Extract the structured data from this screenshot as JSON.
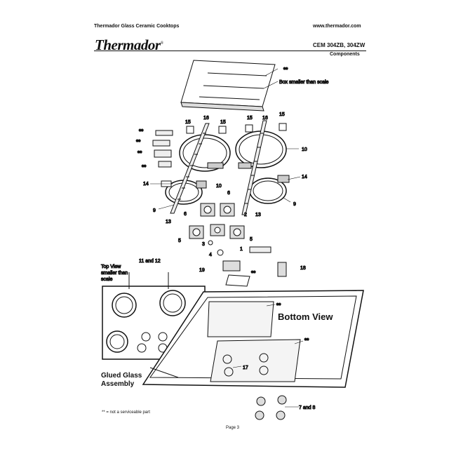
{
  "header": {
    "left_title": "Thermador Glass Ceramic Cooktops",
    "url": "www.thermador.com",
    "brand": "Thermador",
    "brand_mark": "®",
    "model": "CEM 304ZB, 304ZW",
    "section": "Components"
  },
  "callouts": {
    "box_note": "Box smaller than scale",
    "top_view": [
      "Top View",
      "smaller than",
      "scale"
    ],
    "top_view_parts": "11 and 12",
    "bottom_view": "Bottom View",
    "glued_glass": [
      "Glued Glass",
      "Assembly"
    ],
    "knobs": "7 and 8",
    "not_serviceable_mark": "**"
  },
  "part_numbers": [
    "1",
    "2",
    "3",
    "4",
    "5",
    "6",
    "9",
    "10",
    "13",
    "14",
    "15",
    "16",
    "17",
    "18",
    "19"
  ],
  "footer": {
    "footnote": "** = not a serviceable part",
    "page": "Page 3"
  }
}
